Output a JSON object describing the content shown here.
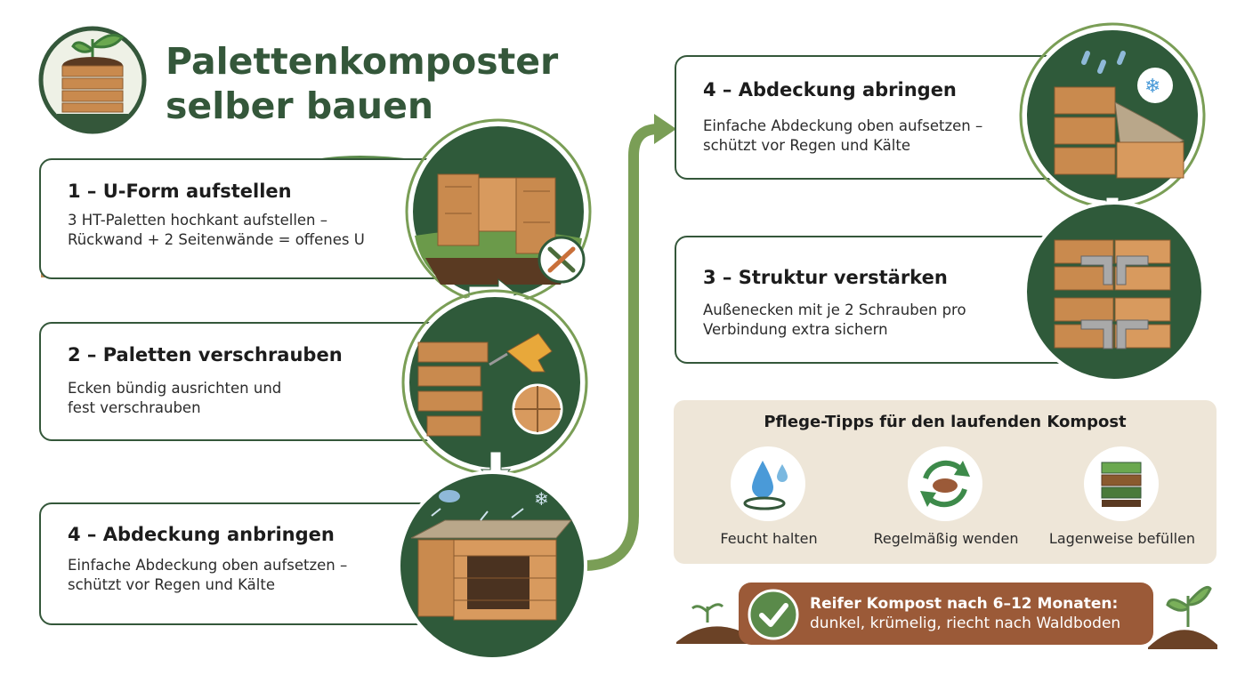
{
  "title": {
    "line1": "Palettenkomposter",
    "line2": "selber bauen"
  },
  "steps": [
    {
      "heading": "1 – U-Form aufstellen",
      "line1": "3 HT-Paletten hochkant aufstellen –",
      "line2": "Rückwand + 2 Seitenwände = offenes U"
    },
    {
      "heading": "2 – Paletten verschrauben",
      "line1": "Ecken bündig ausrichten und",
      "line2": "fest verschrauben"
    },
    {
      "heading": "4 – Abdeckung anbringen",
      "line1": "Einfache Abdeckung oben aufsetzen –",
      "line2": "schützt vor Regen und Kälte"
    },
    {
      "heading": "4 – Abdeckung abringen",
      "line1": "Einfache Abdeckung oben aufsetzen –",
      "line2": "schützt vor Regen und Kälte"
    },
    {
      "heading": "3 – Struktur verstärken",
      "line1": "Außenecken mit je 2 Schrauben pro",
      "line2": "Verbindung extra sichern"
    }
  ],
  "tips": {
    "title": "Pflege-Tipps für den laufenden Kompost",
    "items": [
      {
        "label": "Feucht halten",
        "icon": "water-drop-icon"
      },
      {
        "label": "Regelmäßig wenden",
        "icon": "turn-cycle-icon"
      },
      {
        "label": "Lagenweise befüllen",
        "icon": "layers-icon"
      }
    ]
  },
  "result": {
    "line1": "Reifer Kompost nach 6–12 Monaten:",
    "line2": "dunkel, krümelig, riecht nach Waldboden",
    "icon": "checkmark-icon"
  },
  "colors": {
    "dark_green": "#34573a",
    "light_green": "#7a9e56",
    "wood": "#c98a4e",
    "soil": "#6b4226",
    "beige": "#eee6d8",
    "brown": "#9b5a38"
  }
}
